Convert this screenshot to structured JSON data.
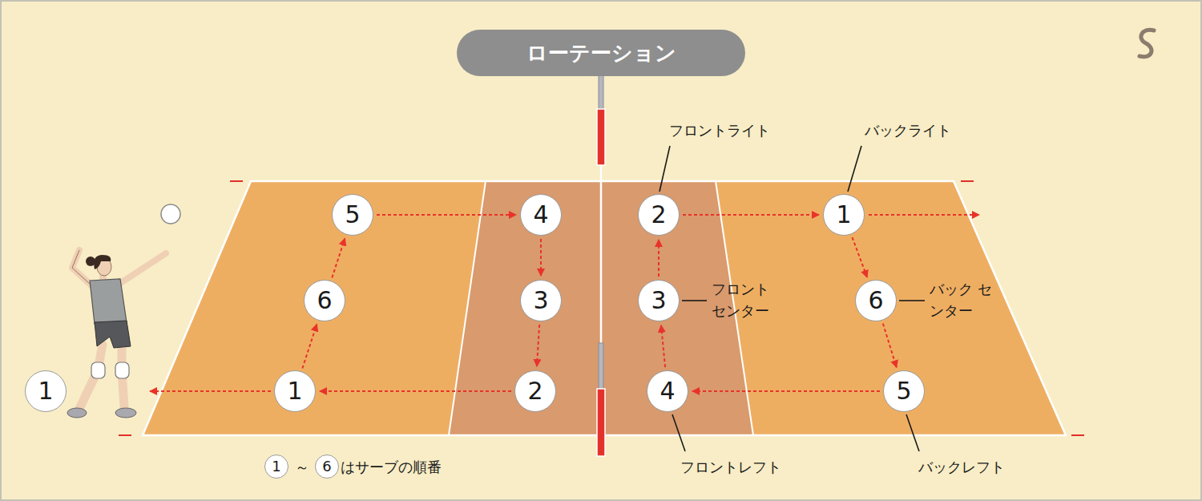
{
  "diagram": {
    "title": "ローテーション",
    "nodes": [
      {
        "text": [
          "5"
        ]
      },
      {
        "text": [
          "4"
        ]
      },
      {
        "text": [
          "2"
        ]
      },
      {
        "text": [
          "1"
        ]
      },
      {
        "text": [
          "6"
        ]
      },
      {
        "text": [
          "3"
        ]
      },
      {
        "text": [
          "3"
        ]
      },
      {
        "text": [
          "6"
        ]
      },
      {
        "text": [
          "1"
        ]
      },
      {
        "text": [
          "1"
        ]
      },
      {
        "text": [
          "2"
        ]
      },
      {
        "text": [
          "4"
        ]
      },
      {
        "text": [
          "5"
        ]
      },
      {
        "text": [
          "1"
        ]
      },
      {
        "text": [
          "6"
        ]
      }
    ],
    "edges": [
      {
        "from": 9,
        "to": 4,
        "arrow": "to"
      },
      {
        "from": 4,
        "to": 0,
        "arrow": "to"
      },
      {
        "from": 0,
        "to": 1,
        "arrow": "to"
      },
      {
        "from": 1,
        "to": 5,
        "arrow": "to"
      },
      {
        "from": 5,
        "to": 10,
        "arrow": "to"
      },
      {
        "from": 10,
        "to": 9,
        "arrow": "to"
      },
      {
        "from": 2,
        "to": 3,
        "arrow": "to"
      },
      {
        "from": 3,
        "to": 7,
        "arrow": "to"
      },
      {
        "from": 7,
        "to": 12,
        "arrow": "to"
      },
      {
        "from": 12,
        "to": 11,
        "arrow": "to"
      },
      {
        "from": 11,
        "to": 6,
        "arrow": "to"
      },
      {
        "from": 6,
        "to": 2,
        "arrow": "to"
      }
    ],
    "labels": [
      "フロントライト",
      "バックライト",
      "フロント センター",
      "バック センター",
      "フロントレフト",
      "バックレフト",
      "～",
      "はサーブの順番"
    ]
  }
}
